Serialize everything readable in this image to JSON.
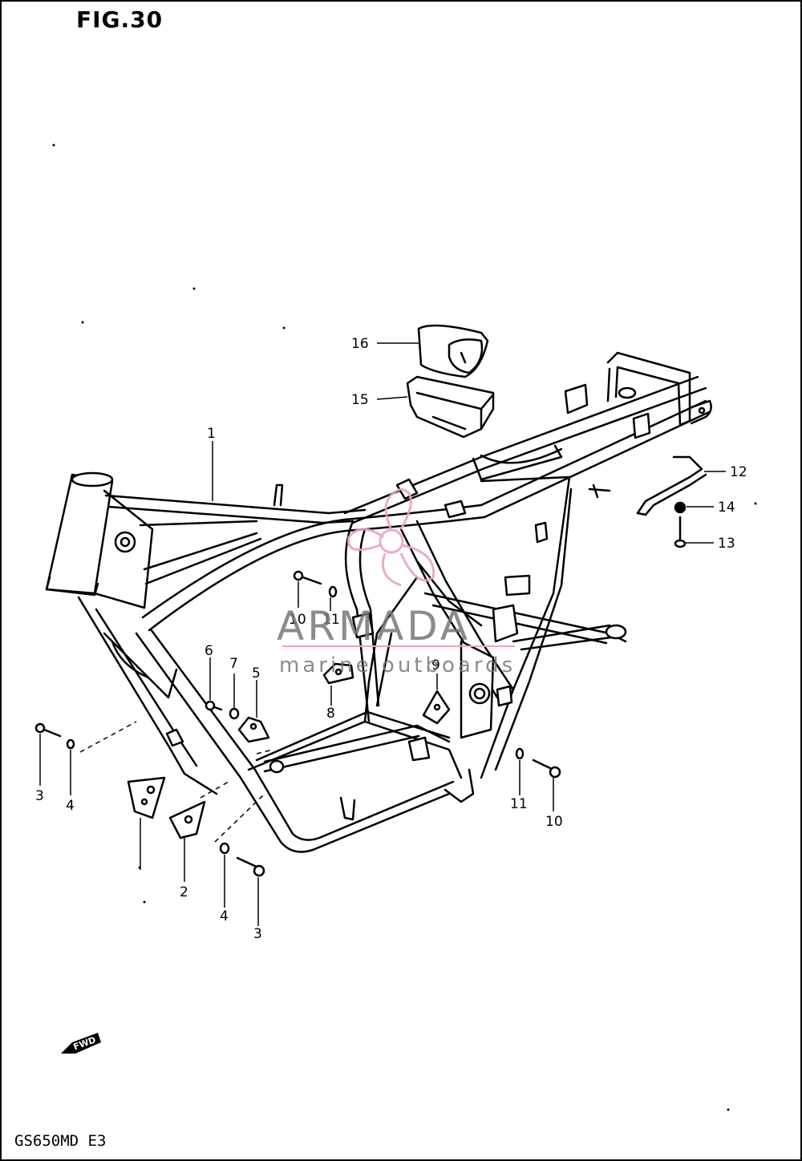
{
  "figure": {
    "title": "FIG.30",
    "model_code": "GS650MD E3",
    "fwd_label": "FWD"
  },
  "watermark": {
    "brand": "ARMADA",
    "tagline": "marine outboards",
    "accent_color": "#e7a3c9"
  },
  "callouts": [
    {
      "id": "c16",
      "label": "16"
    },
    {
      "id": "c15",
      "label": "15"
    },
    {
      "id": "c1",
      "label": "1"
    },
    {
      "id": "c12",
      "label": "12"
    },
    {
      "id": "c14",
      "label": "14"
    },
    {
      "id": "c13",
      "label": "13"
    },
    {
      "id": "c10a",
      "label": "10"
    },
    {
      "id": "c11a",
      "label": "11"
    },
    {
      "id": "c9",
      "label": "9"
    },
    {
      "id": "c6",
      "label": "6"
    },
    {
      "id": "c7",
      "label": "7"
    },
    {
      "id": "c5",
      "label": "5"
    },
    {
      "id": "c8",
      "label": "8"
    },
    {
      "id": "c3a",
      "label": "3"
    },
    {
      "id": "c4a",
      "label": "4"
    },
    {
      "id": "c2",
      "label": "2"
    },
    {
      "id": "c4b",
      "label": "4"
    },
    {
      "id": "c3b",
      "label": "3"
    },
    {
      "id": "c11b",
      "label": "11"
    },
    {
      "id": "c10b",
      "label": "10"
    }
  ]
}
